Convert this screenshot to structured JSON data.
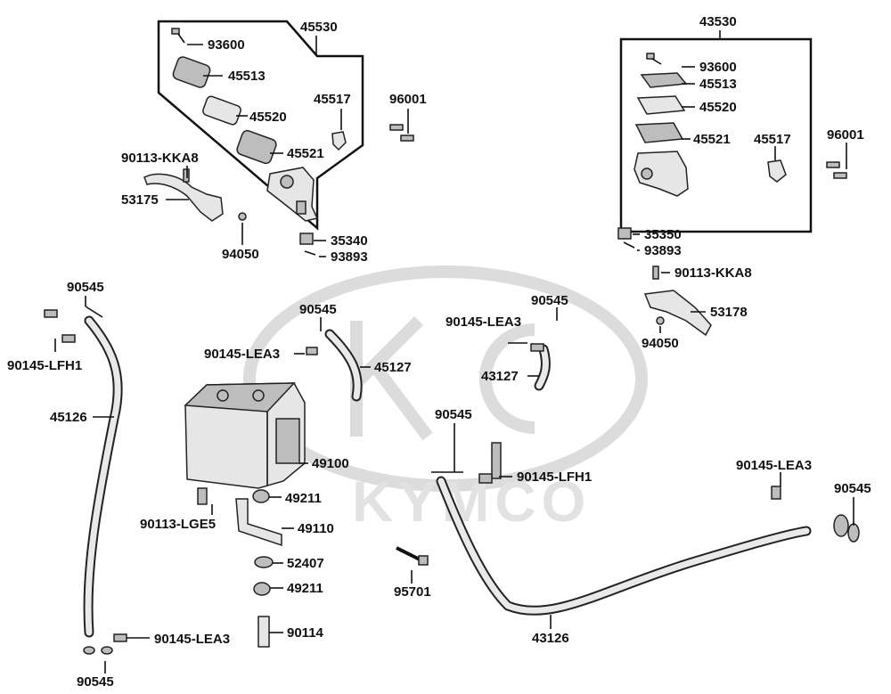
{
  "watermark": {
    "text": "KYMCO"
  },
  "labels": {
    "l45530": "45530",
    "l93600a": "93600",
    "l45513a": "45513",
    "l45520a": "45520",
    "l45517a": "45517",
    "l45521a": "45521",
    "l96001a": "96001",
    "l90113kka8a": "90113-KKA8",
    "l53175": "53175",
    "l94050a": "94050",
    "l35340": "35340",
    "l93893a": "93893",
    "l43530": "43530",
    "l93600b": "93600",
    "l45513b": "45513",
    "l45520b": "45520",
    "l45521b": "45521",
    "l45517b": "45517",
    "l96001b": "96001",
    "l35350": "35350",
    "l93893b": "93893",
    "l90113kka8b": "90113-KKA8",
    "l53178": "53178",
    "l94050b": "94050",
    "l90545a": "90545",
    "l90145lfh1a": "90145-LFH1",
    "l45126": "45126",
    "l90545b": "90545",
    "l90145lea3a": "90145-LEA3",
    "l45127": "45127",
    "l49100": "49100",
    "l49211a": "49211",
    "l90113lge5": "90113-LGE5",
    "l49110": "49110",
    "l52407": "52407",
    "l49211b": "49211",
    "l90114": "90114",
    "l90145lea3b": "90145-LEA3",
    "l90545c": "90545",
    "l90545d": "90545",
    "l90145lea3c": "90145-LEA3",
    "l43127": "43127",
    "l90545e": "90545",
    "l90145lfh1b": "90145-LFH1",
    "l95701": "95701",
    "l43126": "43126",
    "l90145lea3d": "90145-LEA3",
    "l90545f": "90545"
  }
}
